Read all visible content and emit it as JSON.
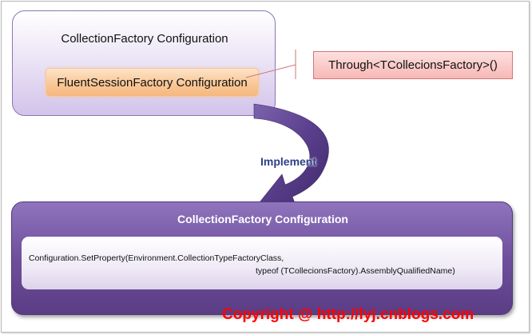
{
  "top_box": {
    "title": "CollectionFactory Configuration",
    "inner_label": "FluentSessionFactory Configuration"
  },
  "through_box": {
    "label": "Through<TCollecionsFactory>()"
  },
  "arrow": {
    "label": "Implement"
  },
  "bottom_box": {
    "title": "CollectionFactory Configuration",
    "code_line1": "Configuration.SetProperty(Environment.CollectionTypeFactoryClass,",
    "code_line2": "typeof (TCollecionsFactory).AssemblyQualifiedName)"
  },
  "watermark": {
    "text": "Copyright @ http://lyj.cnblogs.com"
  },
  "colors": {
    "top_box_border": "#8a76b5",
    "pill_fill": "#f9c896",
    "through_fill": "#f7b8b6",
    "arrow_fill": "#5a3f8c",
    "bottom_fill": "#6f4f9c",
    "watermark": "#ff0000"
  }
}
